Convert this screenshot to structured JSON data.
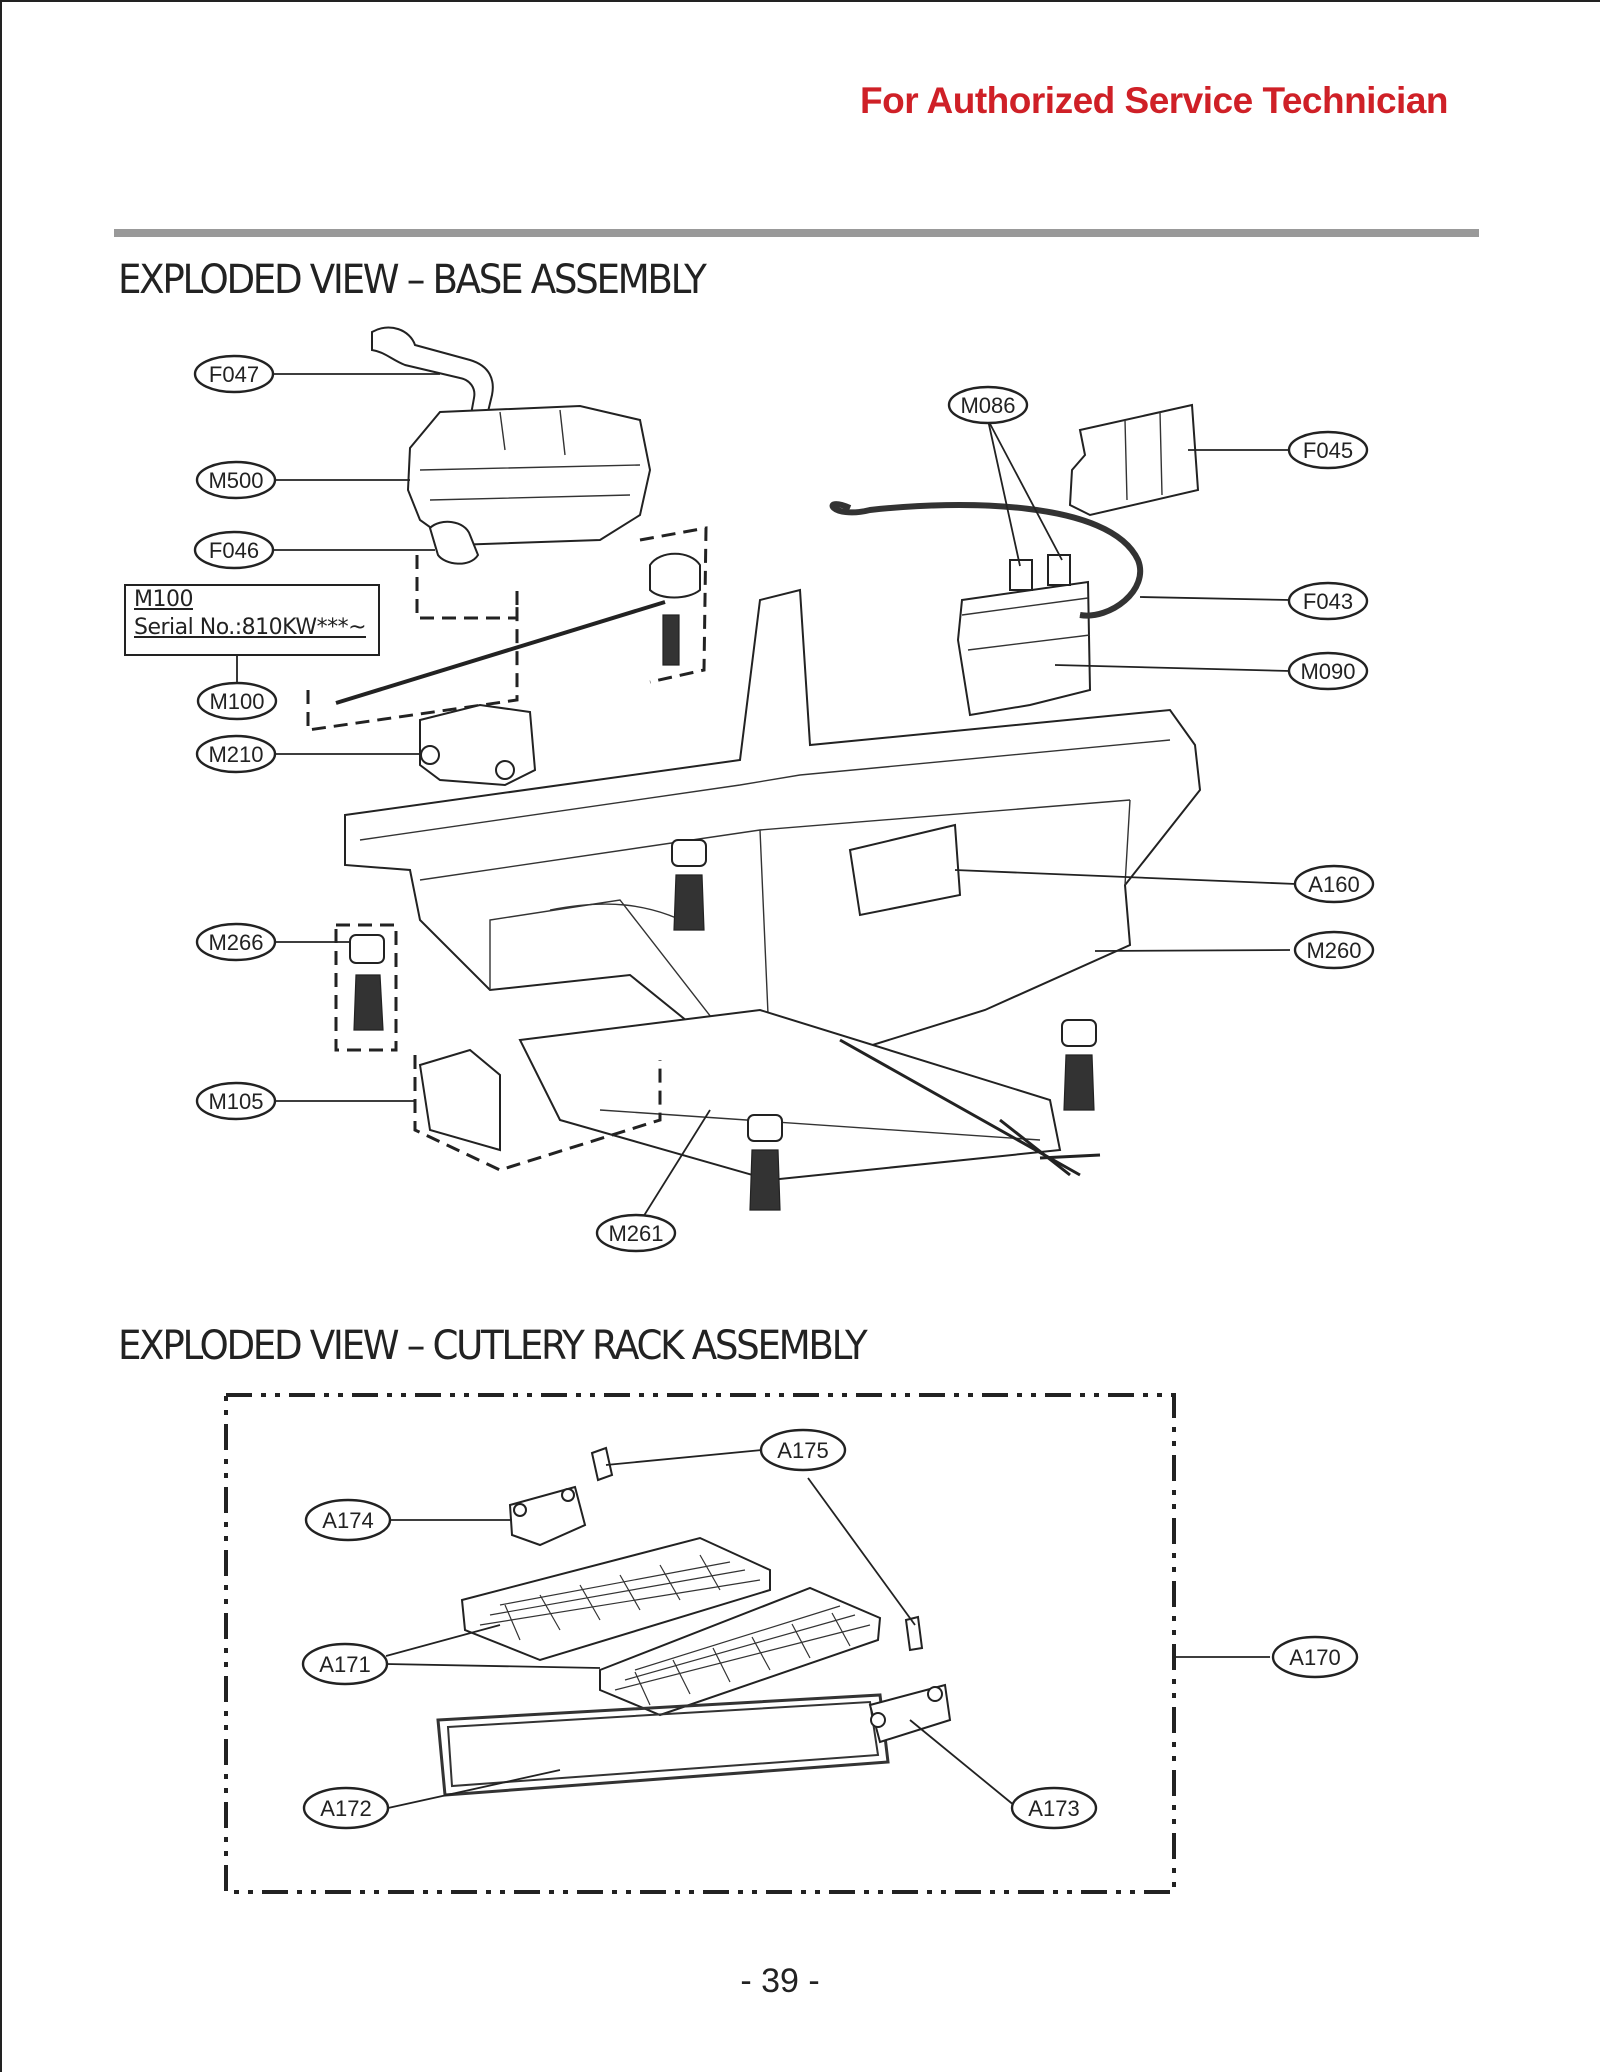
{
  "header": {
    "note": "For Authorized Service Technician"
  },
  "sections": {
    "base": {
      "title": "EXPLODED VIEW – BASE ASSEMBLY"
    },
    "cutlery": {
      "title": "EXPLODED VIEW – CUTLERY RACK  ASSEMBLY"
    }
  },
  "serial_note": {
    "model": "M100",
    "serial": "Serial No.:810KW***~"
  },
  "base_labels": [
    "F047",
    "M086",
    "F045",
    "M500",
    "F046",
    "F043",
    "M090",
    "M100",
    "M210",
    "A160",
    "M266",
    "M260",
    "M105",
    "M261"
  ],
  "cutlery_labels": [
    "A175",
    "A174",
    "A171",
    "A170",
    "A172",
    "A173"
  ],
  "footer": {
    "page_number": "- 39 -"
  }
}
